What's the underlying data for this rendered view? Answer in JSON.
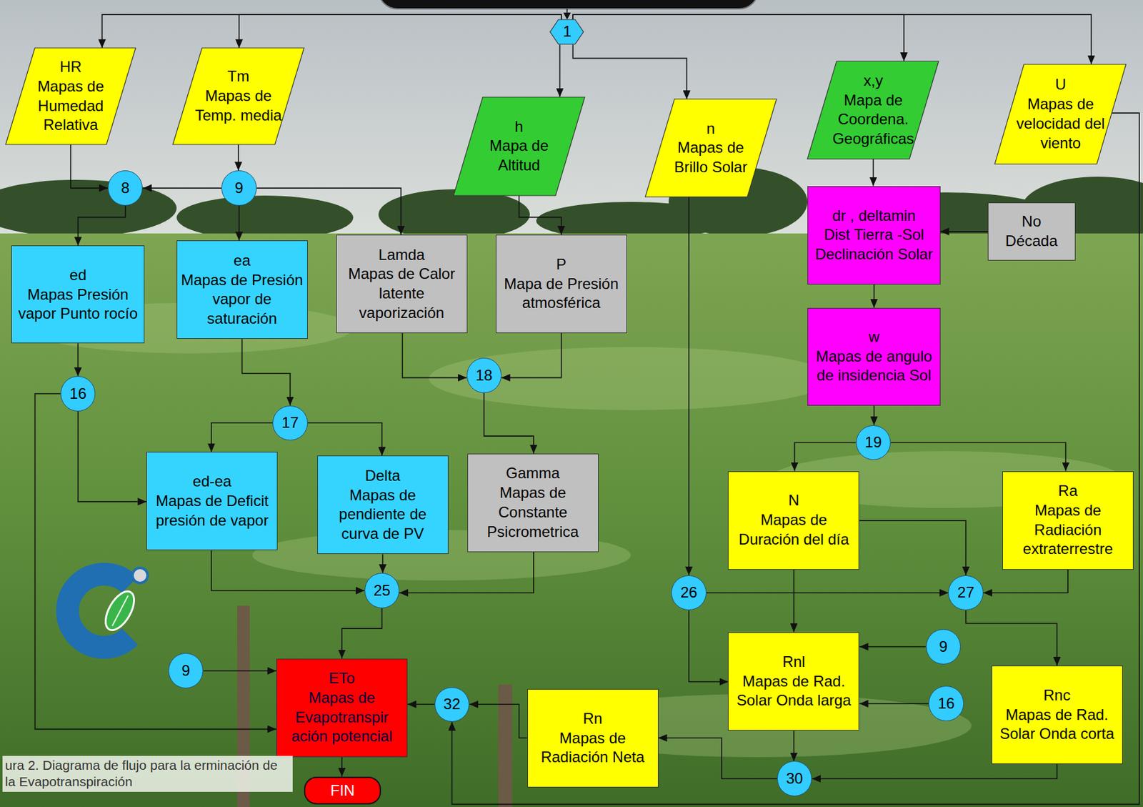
{
  "diagram": {
    "caption": "ura 2. Diagrama de flujo para la erminación de la Evapotranspiración",
    "nodes": [
      {
        "text": [
          "1"
        ]
      },
      {
        "text": [
          "HR",
          "Mapas de Humedad Relativa"
        ]
      },
      {
        "text": [
          "Tm",
          "Mapas de Temp. media"
        ]
      },
      {
        "text": [
          "h",
          "Mapa de Altitud"
        ]
      },
      {
        "text": [
          "n",
          "Mapas de Brillo Solar"
        ]
      },
      {
        "text": [
          "x,y",
          "Mapa de Coordena. Geográficas"
        ]
      },
      {
        "text": [
          "U",
          "Mapas de velocidad del viento"
        ]
      },
      {
        "text": [
          "8"
        ]
      },
      {
        "text": [
          "9"
        ]
      },
      {
        "text": [
          "ed",
          "Mapas Presión vapor Punto rocío"
        ]
      },
      {
        "text": [
          "ea",
          "Mapas de Presión vapor de saturación"
        ]
      },
      {
        "text": [
          "Lamda",
          "Mapas de Calor latente vaporización"
        ]
      },
      {
        "text": [
          "P",
          "Mapa de Presión atmosférica"
        ]
      },
      {
        "text": [
          "dr , deltamin",
          "Dist Tierra -Sol Declinación Solar"
        ]
      },
      {
        "text": [
          "No",
          "Década"
        ]
      },
      {
        "text": [
          "w",
          "Mapas de angulo de insidencia Sol"
        ]
      },
      {
        "text": [
          "16"
        ]
      },
      {
        "text": [
          "18"
        ]
      },
      {
        "text": [
          "17"
        ]
      },
      {
        "text": [
          "19"
        ]
      },
      {
        "text": [
          "ed-ea",
          "Mapas de Deficit presión de vapor"
        ]
      },
      {
        "text": [
          "Delta",
          "Mapas de pendiente de curva de PV"
        ]
      },
      {
        "text": [
          "Gamma",
          "Mapas de Constante Psicrometrica"
        ]
      },
      {
        "text": [
          "N",
          "Mapas de Duración del día"
        ]
      },
      {
        "text": [
          "Ra",
          "Mapas de Radiación extraterrestre"
        ]
      },
      {
        "text": [
          "25"
        ]
      },
      {
        "text": [
          "26"
        ]
      },
      {
        "text": [
          "27"
        ]
      },
      {
        "text": [
          "9"
        ]
      },
      {
        "text": [
          "9"
        ]
      },
      {
        "text": [
          "ETo",
          "Mapas de Evapotranspir ación potencial"
        ]
      },
      {
        "text": [
          "32"
        ]
      },
      {
        "text": [
          "Rn",
          "Mapas de Radiación Neta"
        ]
      },
      {
        "text": [
          "Rnl",
          "Mapas de Rad. Solar Onda larga"
        ]
      },
      {
        "text": [
          "16"
        ]
      },
      {
        "text": [
          "Rnc",
          "Mapas de Rad. Solar Onda corta"
        ]
      },
      {
        "text": [
          "30"
        ]
      },
      {
        "text": [
          "FIN"
        ]
      }
    ],
    "edges": [
      {
        "from": 0,
        "to": 1,
        "arrow": "to"
      },
      {
        "from": 0,
        "to": 2,
        "arrow": "to"
      },
      {
        "from": 0,
        "to": 3,
        "arrow": "to"
      },
      {
        "from": 0,
        "to": 4,
        "arrow": "to"
      },
      {
        "from": 0,
        "to": 5,
        "arrow": "to"
      },
      {
        "from": 0,
        "to": 6,
        "arrow": "to"
      },
      {
        "from": 1,
        "to": 7,
        "arrow": "to"
      },
      {
        "from": 2,
        "to": 8,
        "arrow": "to"
      },
      {
        "from": 8,
        "to": 7,
        "arrow": "to"
      },
      {
        "from": 8,
        "to": 11,
        "arrow": "to"
      },
      {
        "from": 8,
        "to": 10,
        "arrow": "to"
      },
      {
        "from": 7,
        "to": 9,
        "arrow": "to"
      },
      {
        "from": 3,
        "to": 12,
        "arrow": "to"
      },
      {
        "from": 5,
        "to": 13,
        "arrow": "to"
      },
      {
        "from": 14,
        "to": 13,
        "arrow": "to"
      },
      {
        "from": 13,
        "to": 15,
        "arrow": "to"
      },
      {
        "from": 9,
        "to": 16,
        "arrow": "to"
      },
      {
        "from": 10,
        "to": 18,
        "arrow": "to"
      },
      {
        "from": 11,
        "to": 17,
        "arrow": "to"
      },
      {
        "from": 12,
        "to": 17,
        "arrow": "to"
      },
      {
        "from": 15,
        "to": 19,
        "arrow": "to"
      },
      {
        "from": 16,
        "to": 20,
        "arrow": "to"
      },
      {
        "from": 16,
        "to": 30,
        "arrow": "to"
      },
      {
        "from": 18,
        "to": 20,
        "arrow": "to"
      },
      {
        "from": 18,
        "to": 21,
        "arrow": "to"
      },
      {
        "from": 17,
        "to": 22,
        "arrow": "to"
      },
      {
        "from": 19,
        "to": 23,
        "arrow": "to"
      },
      {
        "from": 19,
        "to": 24,
        "arrow": "to"
      },
      {
        "from": 20,
        "to": 25,
        "arrow": "to"
      },
      {
        "from": 21,
        "to": 25,
        "arrow": "to"
      },
      {
        "from": 22,
        "to": 25,
        "arrow": "to"
      },
      {
        "from": 25,
        "to": 30,
        "arrow": "to"
      },
      {
        "from": 4,
        "to": 26,
        "arrow": "to"
      },
      {
        "from": 26,
        "to": 27,
        "arrow": "to"
      },
      {
        "from": 26,
        "to": 33,
        "arrow": "to"
      },
      {
        "from": 23,
        "to": 27,
        "arrow": "to"
      },
      {
        "from": 23,
        "to": 33,
        "arrow": "to"
      },
      {
        "from": 24,
        "to": 27,
        "arrow": "to"
      },
      {
        "from": 27,
        "to": 35,
        "arrow": "to"
      },
      {
        "from": 28,
        "to": 33,
        "arrow": "to"
      },
      {
        "from": 34,
        "to": 33,
        "arrow": "to"
      },
      {
        "from": 33,
        "to": 36,
        "arrow": "to"
      },
      {
        "from": 35,
        "to": 36,
        "arrow": "to"
      },
      {
        "from": 36,
        "to": 32,
        "arrow": "to"
      },
      {
        "from": 32,
        "to": 31,
        "arrow": "to"
      },
      {
        "from": 6,
        "to": 31,
        "arrow": "to"
      },
      {
        "from": 29,
        "to": 30,
        "arrow": "to"
      },
      {
        "from": 30,
        "to": 37,
        "arrow": "to"
      },
      {
        "from": 31,
        "to": 30,
        "arrow": "to"
      }
    ]
  }
}
